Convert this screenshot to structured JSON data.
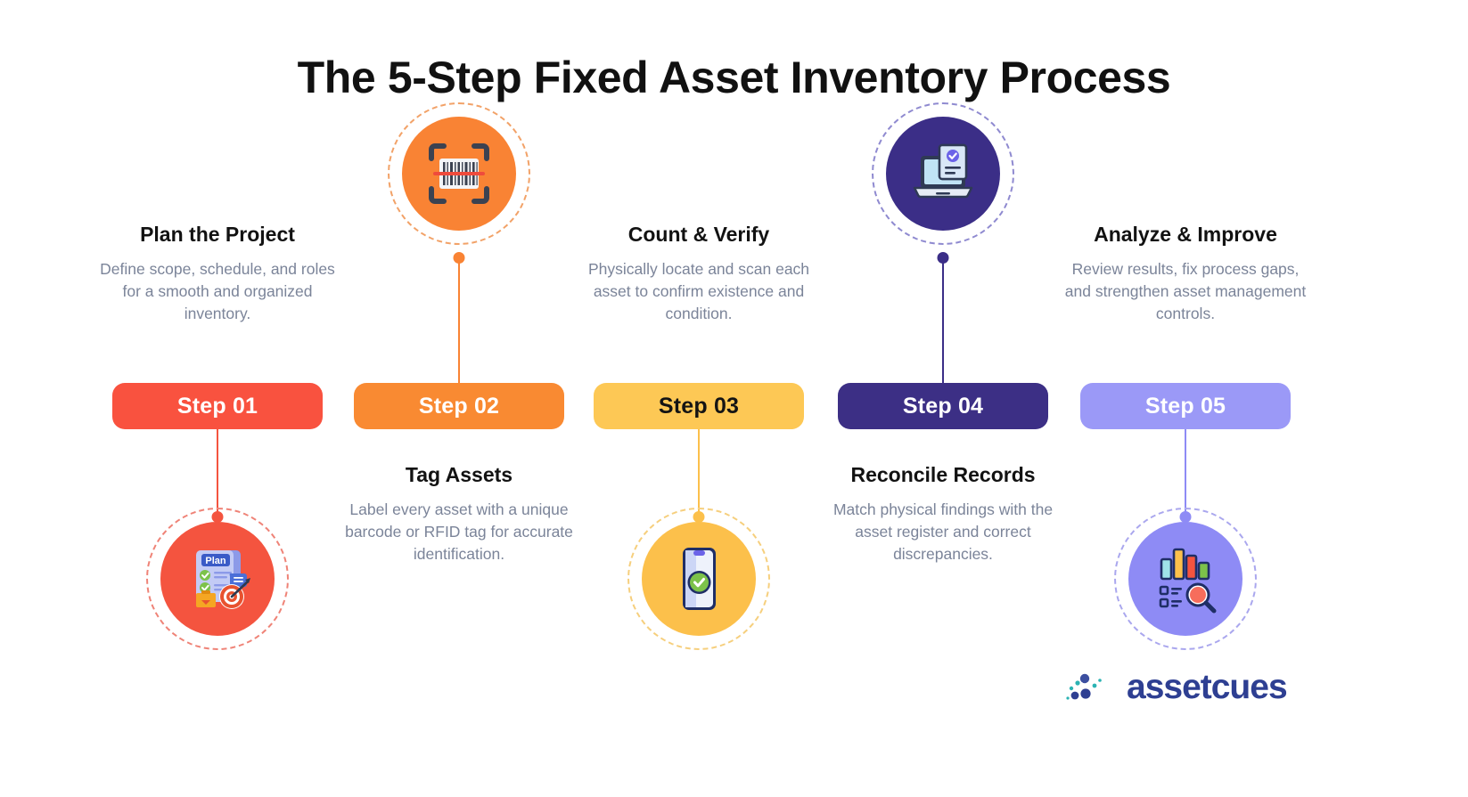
{
  "title": "The 5-Step Fixed Asset Inventory Process",
  "brand": {
    "name": "assetcues",
    "text_color": "#2e3f92",
    "mark_colors": [
      "#2e3f92",
      "#2bb3b3",
      "#3c4fa0"
    ]
  },
  "steps": [
    {
      "badge_label": "Step 01",
      "title": "Plan the Project",
      "description": "Define scope, schedule, and roles for a smooth and organized inventory.",
      "badge_bg": "#f9523f",
      "badge_text_color": "#ffffff",
      "circle_bg": "#f4543f",
      "ring_color": "#ef8377",
      "connector_color": "#f4543f",
      "icon_name": "clipboard-plan-icon",
      "icon_position": "bottom"
    },
    {
      "badge_label": "Step 02",
      "title": "Tag Assets",
      "description": "Label every asset with a unique barcode or RFID tag for accurate identification.",
      "badge_bg": "#f98a32",
      "badge_text_color": "#ffffff",
      "circle_bg": "#f98334",
      "ring_color": "#f2a268",
      "connector_color": "#f98334",
      "icon_name": "barcode-scanner-icon",
      "icon_position": "top"
    },
    {
      "badge_label": "Step 03",
      "title": "Count & Verify",
      "description": "Physically locate and scan each asset to confirm existence and condition.",
      "badge_bg": "#fdc855",
      "badge_text_color": "#141414",
      "circle_bg": "#fcc04b",
      "ring_color": "#f6cf7d",
      "connector_color": "#fcc04b",
      "icon_name": "mobile-check-icon",
      "icon_position": "bottom"
    },
    {
      "badge_label": "Step 04",
      "title": "Reconcile Records",
      "description": "Match physical findings with the asset register and correct discrepancies.",
      "badge_bg": "#3c2f85",
      "badge_text_color": "#ffffff",
      "circle_bg": "#3b2e87",
      "ring_color": "#8f8ad0",
      "connector_color": "#3b2e87",
      "icon_name": "laptop-report-icon",
      "icon_position": "top"
    },
    {
      "badge_label": "Step 05",
      "title": "Analyze & Improve",
      "description": "Review results, fix process gaps, and strengthen asset management controls.",
      "badge_bg": "#9b99f7",
      "badge_text_color": "#ffffff",
      "circle_bg": "#8e8bf5",
      "ring_color": "#aaa7ee",
      "connector_color": "#8e8bf5",
      "icon_name": "chart-magnifier-icon",
      "icon_position": "bottom"
    }
  ]
}
